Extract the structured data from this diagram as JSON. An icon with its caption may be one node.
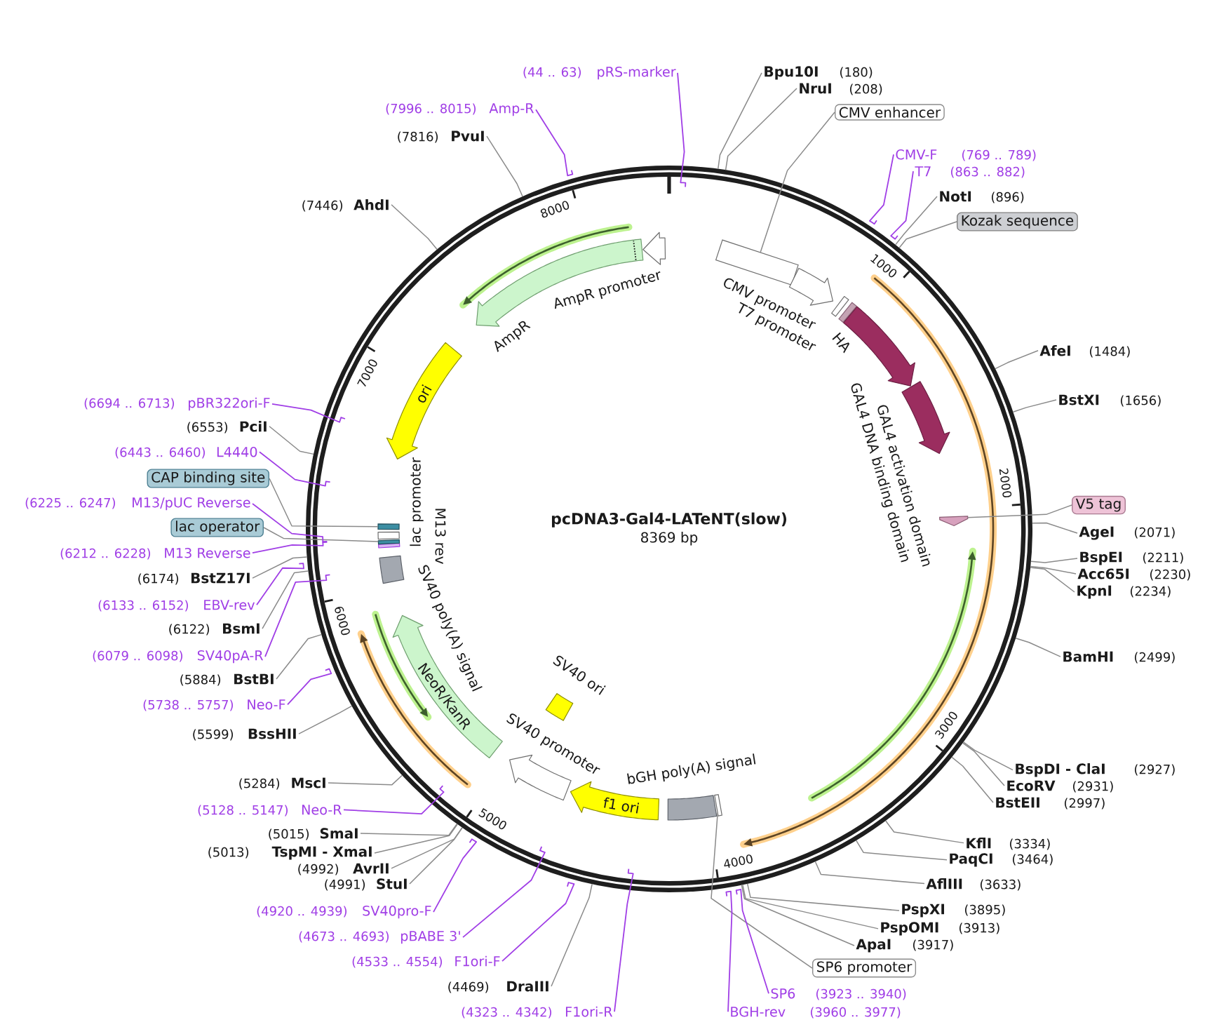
{
  "diagram": {
    "nodes": [
      {
        "text": [
          "pcDNA3-Gal4-LATeNT(slow)",
          "8369 bp"
        ]
      },
      {
        "text": [],
        "shape": "box",
        "in": 0
      },
      {
        "text": [
          "CMV promoter"
        ],
        "in": 0
      },
      {
        "text": [
          "T7 promoter"
        ],
        "in": 0
      },
      {
        "text": [
          "HA"
        ],
        "in": 0
      },
      {
        "text": [
          "GAL4 activation domain"
        ],
        "in": 0
      },
      {
        "text": [
          "GAL4 DNA binding domain"
        ],
        "in": 0
      },
      {
        "text": [],
        "shape": "arrow",
        "in": 0
      },
      {
        "text": [],
        "shape": "bar",
        "in": 0
      },
      {
        "text": [
          "bGH poly(A) signal"
        ],
        "in": 0
      },
      {
        "text": [
          "f1 ori"
        ],
        "in": 0
      },
      {
        "text": [
          "SV40 promoter"
        ],
        "in": 0
      },
      {
        "text": [
          "SV40 ori"
        ],
        "in": 0
      },
      {
        "text": [
          "NeoR/KanR"
        ],
        "in": 0
      },
      {
        "text": [
          "SV40 poly(A) signal"
        ],
        "in": 0
      },
      {
        "text": [
          "M13 rev"
        ],
        "in": 0
      },
      {
        "text": [],
        "shape": "box",
        "in": 0
      },
      {
        "text": [
          "lac promoter"
        ],
        "in": 0
      },
      {
        "text": [],
        "shape": "box",
        "in": 0
      },
      {
        "text": [
          "ori"
        ],
        "in": 0
      },
      {
        "text": [
          "AmpR"
        ],
        "in": 0
      },
      {
        "text": [
          "AmpR promoter"
        ],
        "in": 0
      },
      {
        "text": [
          "pRS-marker"
        ],
        "beside": [
          "(44 .. 63)"
        ]
      },
      {
        "text": [
          "Bpu10I"
        ],
        "beside": [
          "(180)"
        ]
      },
      {
        "text": [
          "NruI"
        ],
        "beside": [
          "(208)"
        ]
      },
      {
        "text": [
          "CMV enhancer"
        ]
      },
      {
        "text": [
          "CMV-F"
        ],
        "beside": [
          "(769 .. 789)"
        ]
      },
      {
        "text": [
          "T7"
        ],
        "beside": [
          "(863 .. 882)"
        ]
      },
      {
        "text": [
          "NotI"
        ],
        "beside": [
          "(896)"
        ]
      },
      {
        "text": [
          "Kozak sequence"
        ]
      },
      {
        "text": [
          "AfeI"
        ],
        "beside": [
          "(1484)"
        ]
      },
      {
        "text": [
          "BstXI"
        ],
        "beside": [
          "(1656)"
        ]
      },
      {
        "text": [
          "V5 tag"
        ]
      },
      {
        "text": [
          "AgeI"
        ],
        "beside": [
          "(2071)"
        ]
      },
      {
        "text": [
          "BspEI"
        ],
        "beside": [
          "(2211)"
        ]
      },
      {
        "text": [
          "Acc65I"
        ],
        "beside": [
          "(2230)"
        ]
      },
      {
        "text": [
          "KpnI"
        ],
        "beside": [
          "(2234)"
        ]
      },
      {
        "text": [
          "BamHI"
        ],
        "beside": [
          "(2499)"
        ]
      },
      {
        "text": [
          "BspDI - ClaI"
        ],
        "beside": [
          "(2927)"
        ]
      },
      {
        "text": [
          "EcoRV"
        ],
        "beside": [
          "(2931)"
        ]
      },
      {
        "text": [
          "BstEII"
        ],
        "beside": [
          "(2997)"
        ]
      },
      {
        "text": [
          "KflI"
        ],
        "beside": [
          "(3334)"
        ]
      },
      {
        "text": [
          "PaqCI"
        ],
        "beside": [
          "(3464)"
        ]
      },
      {
        "text": [
          "AflIII"
        ],
        "beside": [
          "(3633)"
        ]
      },
      {
        "text": [
          "PspXI"
        ],
        "beside": [
          "(3895)"
        ]
      },
      {
        "text": [
          "PspOMI"
        ],
        "beside": [
          "(3913)"
        ]
      },
      {
        "text": [
          "ApaI"
        ],
        "beside": [
          "(3917)"
        ]
      },
      {
        "text": [
          "SP6 promoter"
        ]
      },
      {
        "text": [
          "SP6"
        ],
        "beside": [
          "(3923 .. 3940)"
        ]
      },
      {
        "text": [
          "BGH-rev"
        ],
        "beside": [
          "(3960 .. 3977)"
        ]
      },
      {
        "text": [
          "F1ori-R"
        ],
        "beside": [
          "(4323 .. 4342)"
        ]
      },
      {
        "text": [
          "DraIII"
        ],
        "beside": [
          "(4469)"
        ]
      },
      {
        "text": [
          "F1ori-F"
        ],
        "beside": [
          "(4533 .. 4554)"
        ]
      },
      {
        "text": [
          "pBABE 3'"
        ],
        "beside": [
          "(4673 .. 4693)"
        ]
      },
      {
        "text": [
          "SV40pro-F"
        ],
        "beside": [
          "(4920 .. 4939)"
        ]
      },
      {
        "text": [
          "StuI"
        ],
        "beside": [
          "(4991)"
        ]
      },
      {
        "text": [
          "AvrII"
        ],
        "beside": [
          "(4992)"
        ]
      },
      {
        "text": [
          "TspMI - XmaI"
        ],
        "beside": [
          "(5013)"
        ]
      },
      {
        "text": [
          "SmaI"
        ],
        "beside": [
          "(5015)"
        ]
      },
      {
        "text": [
          "Neo-R"
        ],
        "beside": [
          "(5128 .. 5147)"
        ]
      },
      {
        "text": [
          "MscI"
        ],
        "beside": [
          "(5284)"
        ]
      },
      {
        "text": [
          "BssHII"
        ],
        "beside": [
          "(5599)"
        ]
      },
      {
        "text": [
          "Neo-F"
        ],
        "beside": [
          "(5738 .. 5757)"
        ]
      },
      {
        "text": [
          "BstBI"
        ],
        "beside": [
          "(5884)"
        ]
      },
      {
        "text": [
          "SV40pA-R"
        ],
        "beside": [
          "(6079 .. 6098)"
        ]
      },
      {
        "text": [
          "BsmI"
        ],
        "beside": [
          "(6122)"
        ]
      },
      {
        "text": [
          "EBV-rev"
        ],
        "beside": [
          "(6133 .. 6152)"
        ]
      },
      {
        "text": [
          "BstZ17I"
        ],
        "beside": [
          "(6174)"
        ]
      },
      {
        "text": [
          "M13 Reverse"
        ],
        "beside": [
          "(6212 .. 6228)"
        ]
      },
      {
        "text": [
          "lac operator"
        ]
      },
      {
        "text": [
          "M13/pUC Reverse"
        ],
        "beside": [
          "(6225 .. 6247)"
        ]
      },
      {
        "text": [
          "CAP binding site"
        ]
      },
      {
        "text": [
          "L4440"
        ],
        "beside": [
          "(6443 .. 6460)"
        ]
      },
      {
        "text": [
          "PciI"
        ],
        "beside": [
          "(6553)"
        ]
      },
      {
        "text": [
          "pBR322ori-F"
        ],
        "beside": [
          "(6694 .. 6713)"
        ]
      },
      {
        "text": [
          "AhdI"
        ],
        "beside": [
          "(7446)"
        ]
      },
      {
        "text": [
          "PvuI"
        ],
        "beside": [
          "(7816)"
        ]
      },
      {
        "text": [
          "Amp-R"
        ],
        "beside": [
          "(7996 .. 8015)"
        ]
      }
    ],
    "edges": [
      {
        "from": 22,
        "to": 0,
        "arrow": "none",
        "color": "#a03ee6"
      },
      {
        "from": 23,
        "to": 0,
        "arrow": "none"
      },
      {
        "from": 24,
        "to": 0,
        "arrow": "none"
      },
      {
        "from": 25,
        "to": 1,
        "arrow": "none"
      },
      {
        "from": 26,
        "to": 0,
        "arrow": "none",
        "color": "#a03ee6"
      },
      {
        "from": 27,
        "to": 0,
        "arrow": "none",
        "color": "#a03ee6"
      },
      {
        "from": 28,
        "to": 0,
        "arrow": "none"
      },
      {
        "from": 29,
        "to": 0,
        "arrow": "none"
      },
      {
        "from": 30,
        "to": 0,
        "arrow": "none"
      },
      {
        "from": 31,
        "to": 0,
        "arrow": "none"
      },
      {
        "from": 32,
        "to": 7,
        "arrow": "none"
      },
      {
        "from": 33,
        "to": 0,
        "arrow": "none"
      },
      {
        "from": 34,
        "to": 0,
        "arrow": "none"
      },
      {
        "from": 35,
        "to": 0,
        "arrow": "none"
      },
      {
        "from": 36,
        "to": 0,
        "arrow": "none"
      },
      {
        "from": 37,
        "to": 0,
        "arrow": "none"
      },
      {
        "from": 38,
        "to": 0,
        "arrow": "none"
      },
      {
        "from": 39,
        "to": 0,
        "arrow": "none"
      },
      {
        "from": 40,
        "to": 0,
        "arrow": "none"
      },
      {
        "from": 41,
        "to": 0,
        "arrow": "none"
      },
      {
        "from": 42,
        "to": 0,
        "arrow": "none"
      },
      {
        "from": 43,
        "to": 0,
        "arrow": "none"
      },
      {
        "from": 44,
        "to": 0,
        "arrow": "none"
      },
      {
        "from": 45,
        "to": 0,
        "arrow": "none"
      },
      {
        "from": 46,
        "to": 0,
        "arrow": "none"
      },
      {
        "from": 47,
        "to": 8,
        "arrow": "none"
      },
      {
        "from": 48,
        "to": 0,
        "arrow": "none",
        "color": "#a03ee6"
      },
      {
        "from": 49,
        "to": 0,
        "arrow": "none",
        "color": "#a03ee6"
      },
      {
        "from": 50,
        "to": 0,
        "arrow": "none",
        "color": "#a03ee6"
      },
      {
        "from": 51,
        "to": 0,
        "arrow": "none"
      },
      {
        "from": 52,
        "to": 0,
        "arrow": "none",
        "color": "#a03ee6"
      },
      {
        "from": 53,
        "to": 0,
        "arrow": "none",
        "color": "#a03ee6"
      },
      {
        "from": 54,
        "to": 0,
        "arrow": "none",
        "color": "#a03ee6"
      },
      {
        "from": 55,
        "to": 0,
        "arrow": "none"
      },
      {
        "from": 56,
        "to": 0,
        "arrow": "none"
      },
      {
        "from": 57,
        "to": 0,
        "arrow": "none"
      },
      {
        "from": 58,
        "to": 0,
        "arrow": "none"
      },
      {
        "from": 59,
        "to": 0,
        "arrow": "none",
        "color": "#a03ee6"
      },
      {
        "from": 60,
        "to": 0,
        "arrow": "none"
      },
      {
        "from": 61,
        "to": 0,
        "arrow": "none"
      },
      {
        "from": 62,
        "to": 0,
        "arrow": "none",
        "color": "#a03ee6"
      },
      {
        "from": 63,
        "to": 0,
        "arrow": "none"
      },
      {
        "from": 64,
        "to": 0,
        "arrow": "none",
        "color": "#a03ee6"
      },
      {
        "from": 65,
        "to": 0,
        "arrow": "none"
      },
      {
        "from": 66,
        "to": 0,
        "arrow": "none",
        "color": "#a03ee6"
      },
      {
        "from": 67,
        "to": 0,
        "arrow": "none"
      },
      {
        "from": 68,
        "to": 0,
        "arrow": "none",
        "color": "#a03ee6"
      },
      {
        "from": 69,
        "to": 16,
        "arrow": "none"
      },
      {
        "from": 70,
        "to": 0,
        "arrow": "none",
        "color": "#a03ee6"
      },
      {
        "from": 71,
        "to": 18,
        "arrow": "none"
      },
      {
        "from": 72,
        "to": 0,
        "arrow": "none",
        "color": "#a03ee6"
      },
      {
        "from": 73,
        "to": 0,
        "arrow": "none"
      },
      {
        "from": 74,
        "to": 0,
        "arrow": "none",
        "color": "#a03ee6"
      },
      {
        "from": 75,
        "to": 0,
        "arrow": "none"
      },
      {
        "from": 76,
        "to": 0,
        "arrow": "none"
      },
      {
        "from": 77,
        "to": 0,
        "arrow": "none",
        "color": "#a03ee6"
      }
    ],
    "labels": [
      "1000",
      "2000",
      "3000",
      "4000",
      "5000",
      "6000",
      "7000",
      "8000"
    ]
  }
}
